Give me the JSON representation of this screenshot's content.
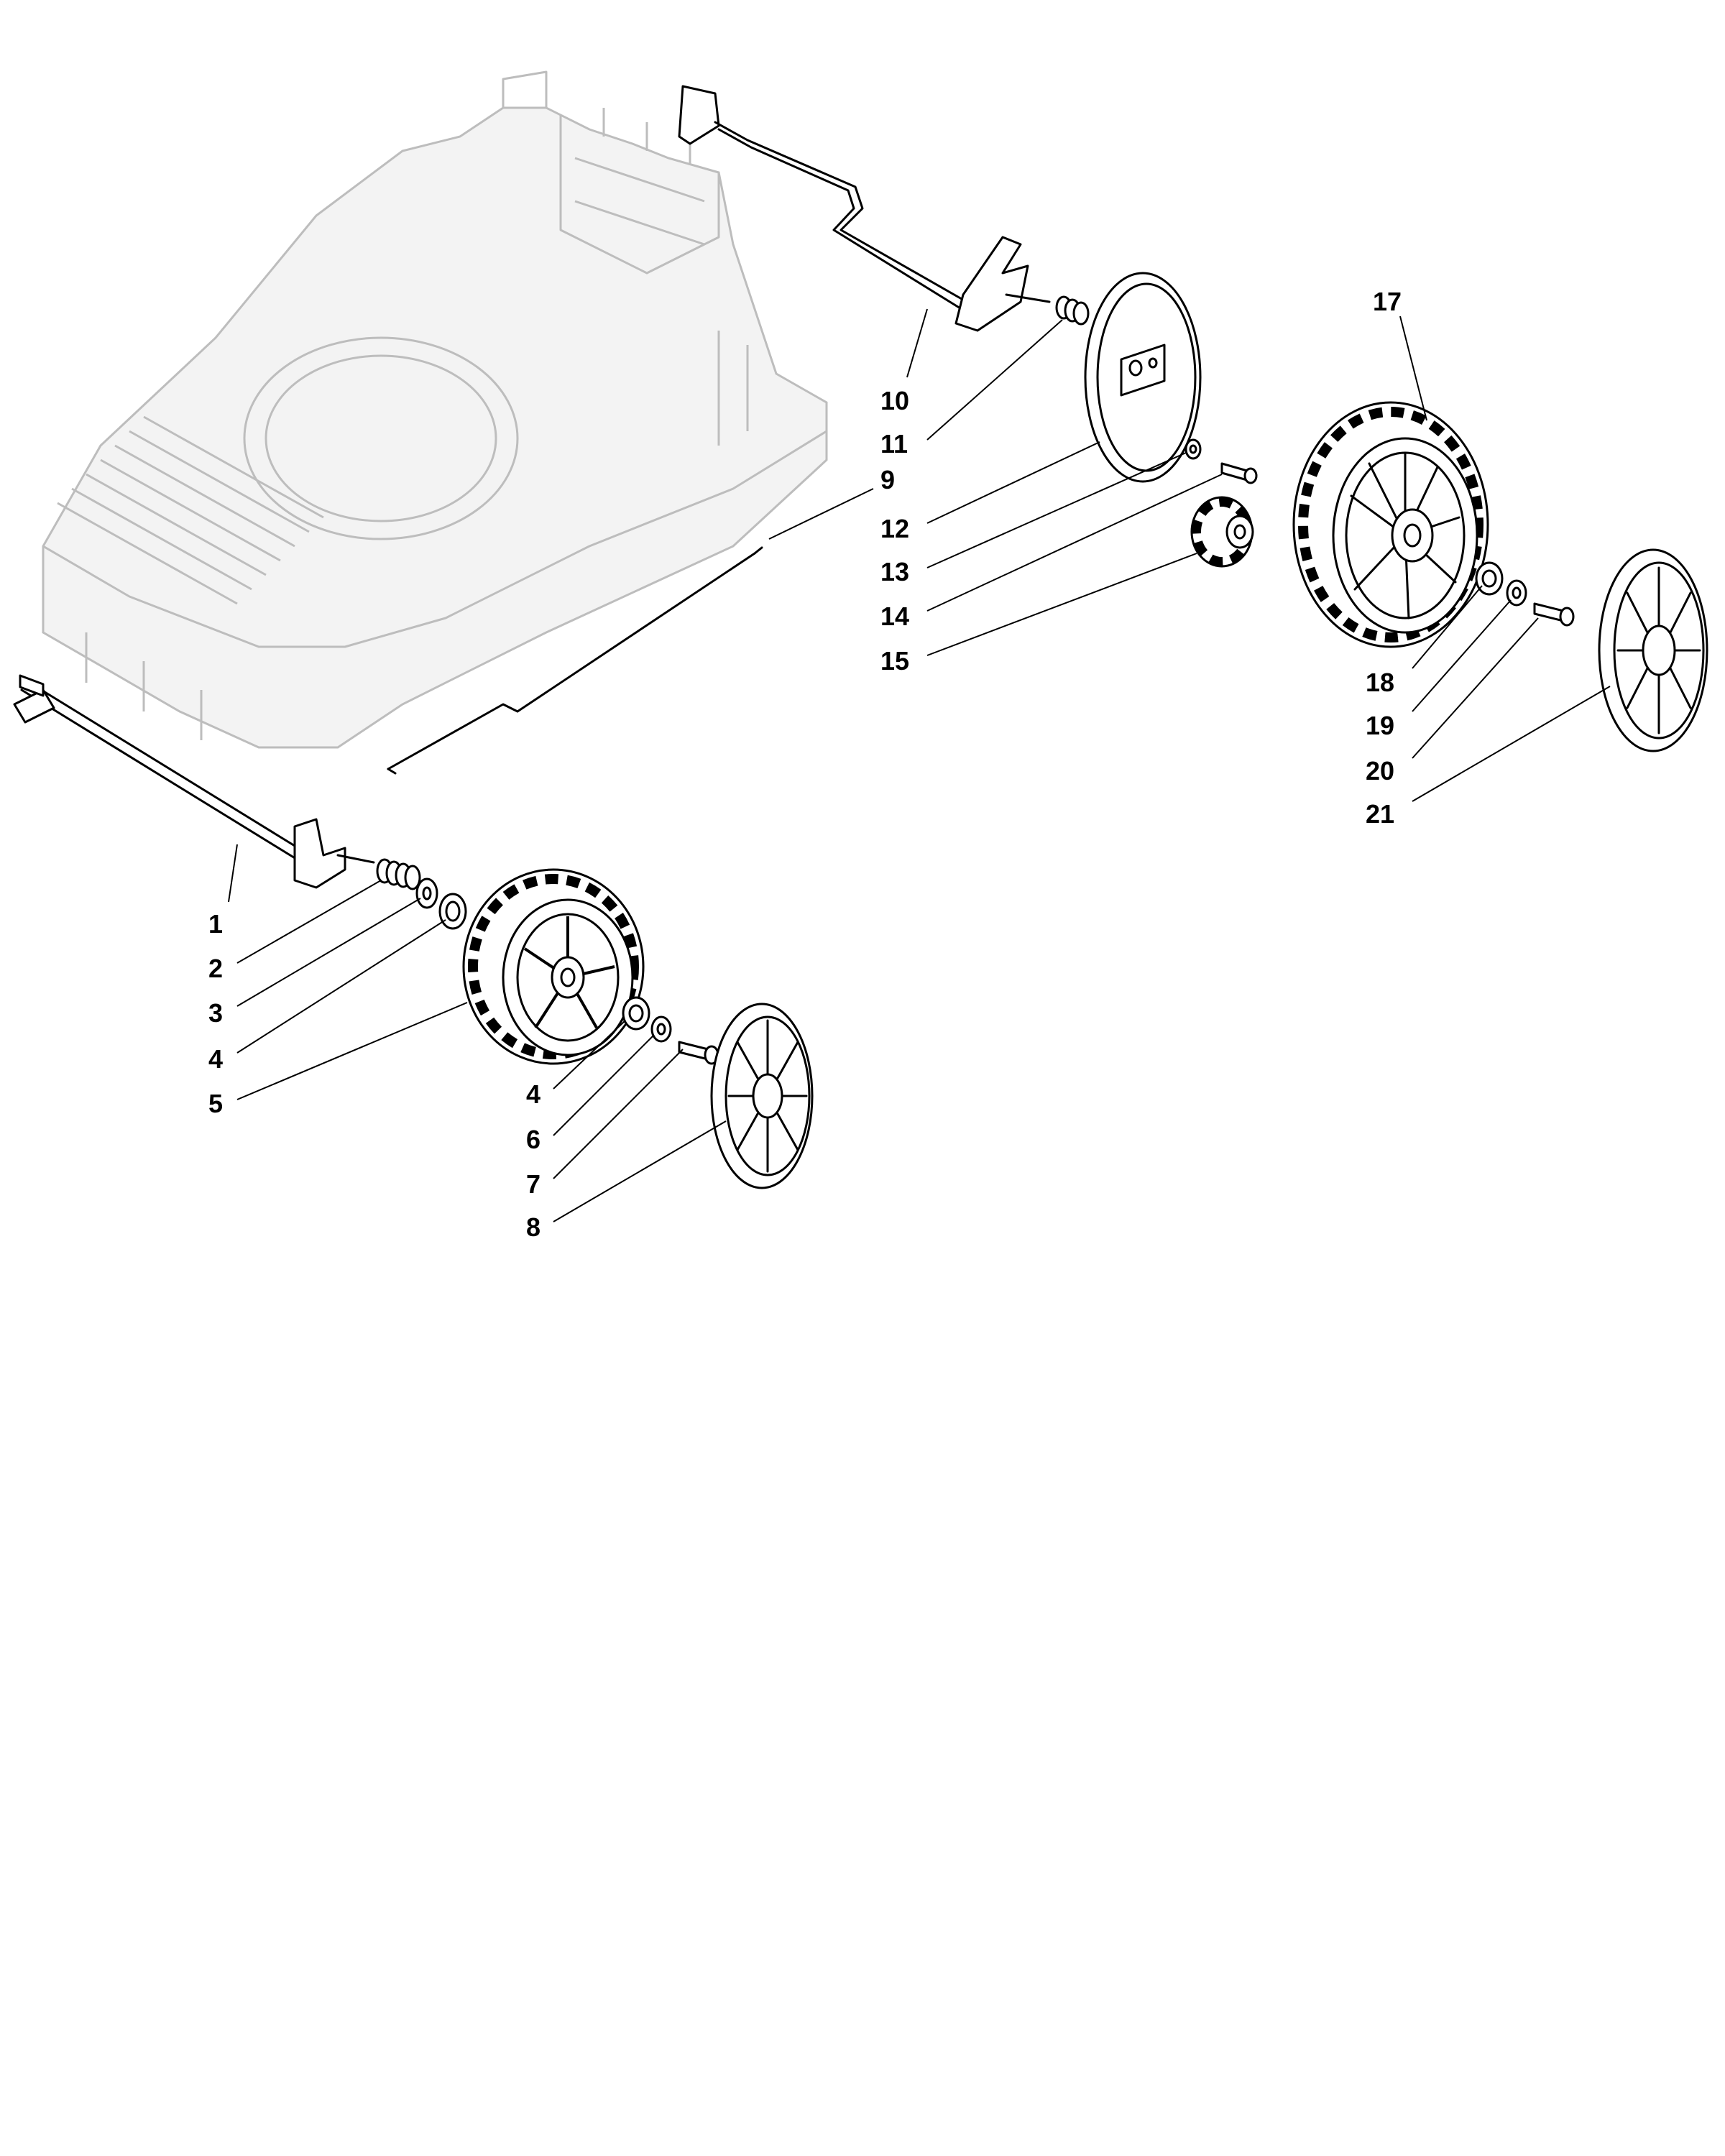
{
  "callouts": [
    {
      "label": "1"
    },
    {
      "label": "2"
    },
    {
      "label": "3"
    },
    {
      "label": "4"
    },
    {
      "label": "5"
    },
    {
      "label": "4"
    },
    {
      "label": "6"
    },
    {
      "label": "7"
    },
    {
      "label": "8"
    },
    {
      "label": "9"
    },
    {
      "label": "10"
    },
    {
      "label": "11"
    },
    {
      "label": "12"
    },
    {
      "label": "13"
    },
    {
      "label": "14"
    },
    {
      "label": "15"
    },
    {
      "label": "17"
    },
    {
      "label": "18"
    },
    {
      "label": "19"
    },
    {
      "label": "20"
    },
    {
      "label": "21"
    }
  ]
}
